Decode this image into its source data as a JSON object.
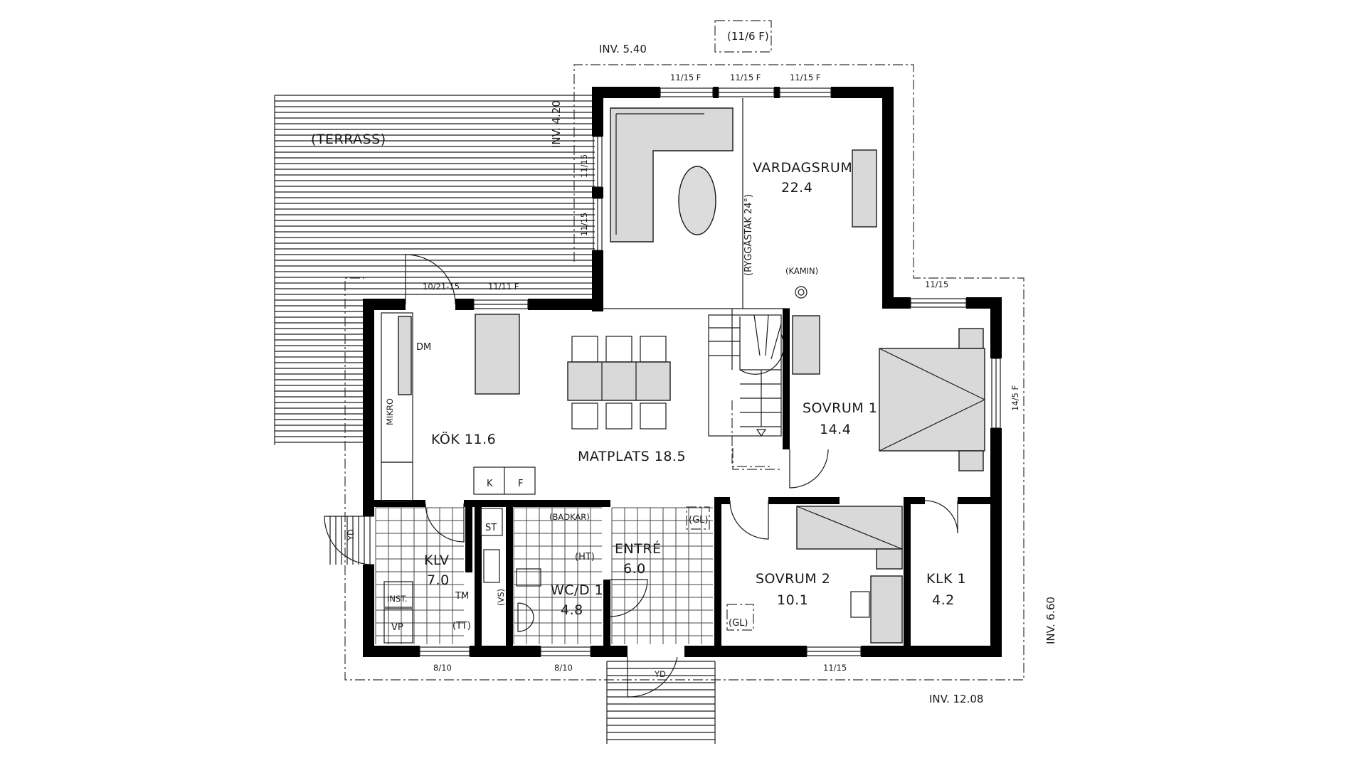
{
  "rooms": {
    "terrace": "(TERRASS)",
    "living_name": "VARDAGSRUM",
    "living_area": "22.4",
    "kitchen": "KÖK 11.6",
    "dining": "MATPLATS 18.5",
    "bed1_name": "SOVRUM 1",
    "bed1_area": "14.4",
    "bed2_name": "SOVRUM 2",
    "bed2_area": "10.1",
    "klk_name": "KLK 1",
    "klk_area": "4.2",
    "klv_name": "KLV",
    "klv_area": "7.0",
    "wc_name": "WC/D 1",
    "wc_area": "4.8",
    "entre_name": "ENTRÉ",
    "entre_area": "6.0"
  },
  "labels": {
    "inv_top": "INV. 5.40",
    "inv_left": "INV. 4.20",
    "inv_right": "INV. 6.60",
    "inv_bottom": "INV. 12.08",
    "roof": "(RYGGÅSTAK 24°)",
    "kamin": "(KAMIN)",
    "roof_window": "(11/6 F)",
    "dm": "DM",
    "mikro": "MIKRO",
    "k": "K",
    "f": "F",
    "st": "ST",
    "badkar": "(BADKAR)",
    "ht": "(HT)",
    "vs": "(VS)",
    "tm": "TM",
    "tt": "(TT)",
    "inst": "INST.",
    "vp": "VP",
    "gl1": "(GL)",
    "gl2": "(GL)",
    "yd_left": "YD",
    "yd_bottom": "YD"
  },
  "windows": {
    "top1": "11/15 F",
    "top2": "11/15 F",
    "top3": "11/15 F",
    "left1": "11/15",
    "left2": "11/15",
    "door_terrace": "10/21-15",
    "kitchen_top": "11/11 F",
    "bed1_top": "11/15",
    "bed1_right": "14/5 F",
    "bottom_left": "8/10",
    "bottom_mid": "8/10",
    "bottom_right": "11/15"
  }
}
